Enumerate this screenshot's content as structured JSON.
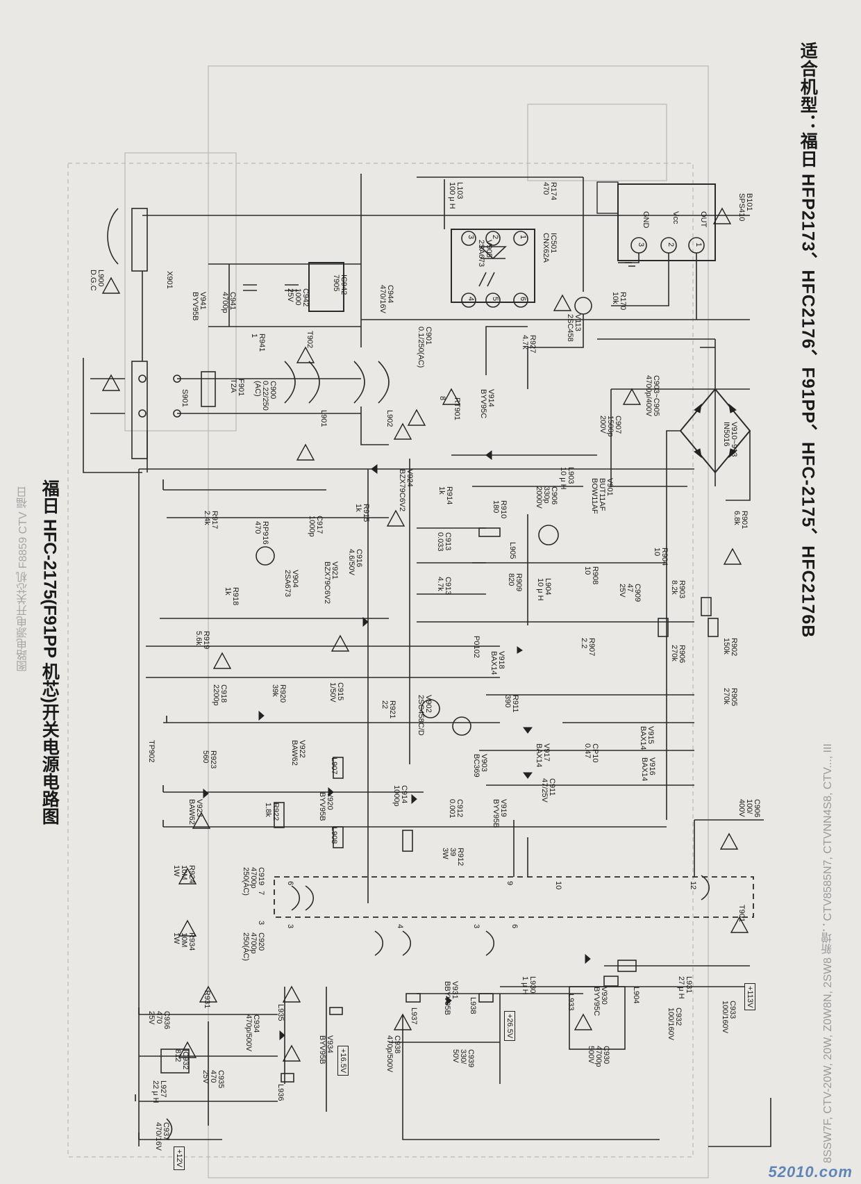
{
  "heading": "适合机型：福日 HFP2173、HFC2176、F91PP、HFC-2175、HFC2176B",
  "ghost_line": "8SSW7F, CTV-20W, 20W, Z0W8N, 2SW8 新增：CTV8585N7, CTVNN4S8, CTV..., III",
  "diagram_title": "福日 HFC-2175(F91PP 机芯)开关电源电路图",
  "ghost_title": "图路电源电开关芯机 F8859 CTV 福日",
  "watermark": "52010.com",
  "output_labels": [
    "+113V",
    "+26.5V",
    "+16.5V",
    "+12V"
  ],
  "components": [
    {
      "id": "b101",
      "t": "B101\nSPS410"
    },
    {
      "id": "pin-out",
      "t": "OUT"
    },
    {
      "id": "pin-vcc",
      "t": "Vcc"
    },
    {
      "id": "pin-gnd",
      "t": "GND"
    },
    {
      "id": "p1",
      "t": "1"
    },
    {
      "id": "p2",
      "t": "2"
    },
    {
      "id": "p3",
      "t": "3"
    },
    {
      "id": "r170",
      "t": "R170\n10k"
    },
    {
      "id": "v113",
      "t": "V113\n2SC458"
    },
    {
      "id": "r174",
      "t": "R174\n470"
    },
    {
      "id": "l103",
      "t": "L103\n100 μ H"
    },
    {
      "id": "ic501",
      "t": "IC501\nCNX62A"
    },
    {
      "id": "v905",
      "t": "V905\n2SA673"
    },
    {
      "id": "q1",
      "t": "1"
    },
    {
      "id": "q2",
      "t": "2"
    },
    {
      "id": "q3",
      "t": "3"
    },
    {
      "id": "q4",
      "t": "4"
    },
    {
      "id": "q5",
      "t": "5"
    },
    {
      "id": "q6",
      "t": "6"
    },
    {
      "id": "r927",
      "t": "R927\n4.7k"
    },
    {
      "id": "c903",
      "t": "C903~C905\n4700p/400V"
    },
    {
      "id": "v910",
      "t": "V910~913\nIN5016"
    },
    {
      "id": "c901",
      "t": "C901\n0.1/250(AC)"
    },
    {
      "id": "v914",
      "t": "V914\nBYV95C"
    },
    {
      "id": "rt901",
      "t": "RT901"
    },
    {
      "id": "rt8",
      "t": "8"
    },
    {
      "id": "c944",
      "t": "C944\n470/16V"
    },
    {
      "id": "ic942",
      "t": "IC942\n7905"
    },
    {
      "id": "c942",
      "t": "C942\n1000\n25V"
    },
    {
      "id": "c941",
      "t": "C941\n4700p"
    },
    {
      "id": "v941",
      "t": "V941\nBYV95B"
    },
    {
      "id": "r941",
      "t": "R941\n1"
    },
    {
      "id": "t902",
      "t": "T902"
    },
    {
      "id": "x901",
      "t": "X901"
    },
    {
      "id": "l900",
      "t": "L900\nD.G.C"
    },
    {
      "id": "s901",
      "t": "S901"
    },
    {
      "id": "f901",
      "t": "F901\nT2A"
    },
    {
      "id": "c900",
      "t": "C900\n0.22/250\n(AC)"
    },
    {
      "id": "l901",
      "t": "L901"
    },
    {
      "id": "l902",
      "t": "L902"
    },
    {
      "id": "c907",
      "t": "C907\n1500p\n200V"
    },
    {
      "id": "v901",
      "t": "V901\nBUT11AF\nBOW11AF"
    },
    {
      "id": "l903",
      "t": "L903\n10 μ H"
    },
    {
      "id": "c906",
      "t": "C906\n330p\n2000V"
    },
    {
      "id": "r910",
      "t": "R910\n180"
    },
    {
      "id": "l905",
      "t": "L905"
    },
    {
      "id": "r901",
      "t": "R901\n6.8k"
    },
    {
      "id": "r904",
      "t": "R904\n10"
    },
    {
      "id": "r903",
      "t": "R903\n8.2k"
    },
    {
      "id": "c909",
      "t": "C909\n47\n25V"
    },
    {
      "id": "r908",
      "t": "R908\n10"
    },
    {
      "id": "r909",
      "t": "R909\n820"
    },
    {
      "id": "l904",
      "t": "L904\n10 μ H"
    },
    {
      "id": "c913",
      "t": "C913\n0.033"
    },
    {
      "id": "c9132",
      "t": "C913\n4.7k"
    },
    {
      "id": "r914",
      "t": "R914\n1k"
    },
    {
      "id": "v924",
      "t": "V924\nBZX79C6V2"
    },
    {
      "id": "r915",
      "t": "R915\n1k"
    },
    {
      "id": "c916",
      "t": "C916\n4.6/50V"
    },
    {
      "id": "c917",
      "t": "C917\n1000p"
    },
    {
      "id": "rp916",
      "t": "RP916\n470"
    },
    {
      "id": "r917",
      "t": "R917\n2.4k"
    },
    {
      "id": "v904",
      "t": "V904\n2SA673"
    },
    {
      "id": "v921",
      "t": "V921\nBZX79C6V2"
    },
    {
      "id": "r918",
      "t": "R918\n1k"
    },
    {
      "id": "r919",
      "t": "R919\n5.6k"
    },
    {
      "id": "p0102",
      "t": "P0102"
    },
    {
      "id": "v918",
      "t": "V918\nBAX14"
    },
    {
      "id": "r907",
      "t": "R907\n2.2"
    },
    {
      "id": "r902",
      "t": "R902\n150k"
    },
    {
      "id": "r906",
      "t": "R906\n270k"
    },
    {
      "id": "r905",
      "t": "R905\n270k"
    },
    {
      "id": "v902",
      "t": "V902\n2SC458C/D"
    },
    {
      "id": "r911",
      "t": "R911\n390"
    },
    {
      "id": "c915",
      "t": "C915\n1/50V"
    },
    {
      "id": "r920",
      "t": "R920\n39k"
    },
    {
      "id": "c918",
      "t": "C918\n2200p"
    },
    {
      "id": "r921",
      "t": "R921\n22"
    },
    {
      "id": "v903",
      "t": "V903\nBC369"
    },
    {
      "id": "v915",
      "t": "V915\nBAX14"
    },
    {
      "id": "v916",
      "t": "V916\nBAX14"
    },
    {
      "id": "cp10",
      "t": "CP10\n0.47"
    },
    {
      "id": "v917",
      "t": "V917\nBAX14"
    },
    {
      "id": "v922",
      "t": "V922\nBAW62"
    },
    {
      "id": "r923",
      "t": "R923\n560"
    },
    {
      "id": "tp902",
      "t": "TP902"
    },
    {
      "id": "l907",
      "t": "L907"
    },
    {
      "id": "v920",
      "t": "V920\nBYV95B"
    },
    {
      "id": "l908",
      "t": "L908"
    },
    {
      "id": "c914",
      "t": "C914\n1000p"
    },
    {
      "id": "c912",
      "t": "C912\n0.001"
    },
    {
      "id": "v919",
      "t": "V919\nBYV95B"
    },
    {
      "id": "c911",
      "t": "C911\n47/25V"
    },
    {
      "id": "c906b",
      "t": "C906\n100/\n400V"
    },
    {
      "id": "v923",
      "t": "V923\nBAW62"
    },
    {
      "id": "r922",
      "t": "R922\n1.8k"
    },
    {
      "id": "r912",
      "t": "R912\n39\n3W"
    },
    {
      "id": "r924",
      "t": "R924\n10M\n1W"
    },
    {
      "id": "c919",
      "t": "C919\n4700p\n250(AC)"
    },
    {
      "id": "t901",
      "t": "T901"
    },
    {
      "id": "r934",
      "t": "R934\n10M\n1W"
    },
    {
      "id": "c920",
      "t": "C920\n4700p\n250(AC)"
    },
    {
      "id": "w12",
      "t": "12"
    },
    {
      "id": "w10",
      "t": "10"
    },
    {
      "id": "w9",
      "t": "9"
    },
    {
      "id": "w6",
      "t": "6"
    },
    {
      "id": "w7",
      "t": "7"
    },
    {
      "id": "w3a",
      "t": "3"
    },
    {
      "id": "w3b",
      "t": "3"
    },
    {
      "id": "w4",
      "t": "4"
    },
    {
      "id": "w3c",
      "t": "3"
    },
    {
      "id": "w6b",
      "t": "6"
    },
    {
      "id": "c933",
      "t": "C933\n100/160V"
    },
    {
      "id": "l931",
      "t": "L931\n27 μ H"
    },
    {
      "id": "c932",
      "t": "C932\n100/160V"
    },
    {
      "id": "l904b",
      "t": "L904"
    },
    {
      "id": "v930",
      "t": "V930\nBYV95C"
    },
    {
      "id": "l933",
      "t": "L933"
    },
    {
      "id": "c930",
      "t": "C930\n4700p\n500V"
    },
    {
      "id": "l930",
      "t": "L930\n1 μ H"
    },
    {
      "id": "l938",
      "t": "L938"
    },
    {
      "id": "v931",
      "t": "V931\nBBYV95B"
    },
    {
      "id": "l937",
      "t": "L937"
    },
    {
      "id": "c938",
      "t": "C938\n470p/500V"
    },
    {
      "id": "c939",
      "t": "C939\n330/\n50V"
    },
    {
      "id": "l935",
      "t": "L935"
    },
    {
      "id": "c934",
      "t": "C934\n470p/500V"
    },
    {
      "id": "v934",
      "t": "V934\nBYV95B"
    },
    {
      "id": "l936",
      "t": "L936"
    },
    {
      "id": "c936",
      "t": "C936\n470\n25V"
    },
    {
      "id": "r931",
      "t": "R931"
    },
    {
      "id": "ic932",
      "t": "IC932\n812"
    },
    {
      "id": "c935",
      "t": "C935\n470\n25V"
    },
    {
      "id": "l927",
      "t": "L927\n22 μ H"
    },
    {
      "id": "c937",
      "t": "C937\n470/16V"
    }
  ]
}
